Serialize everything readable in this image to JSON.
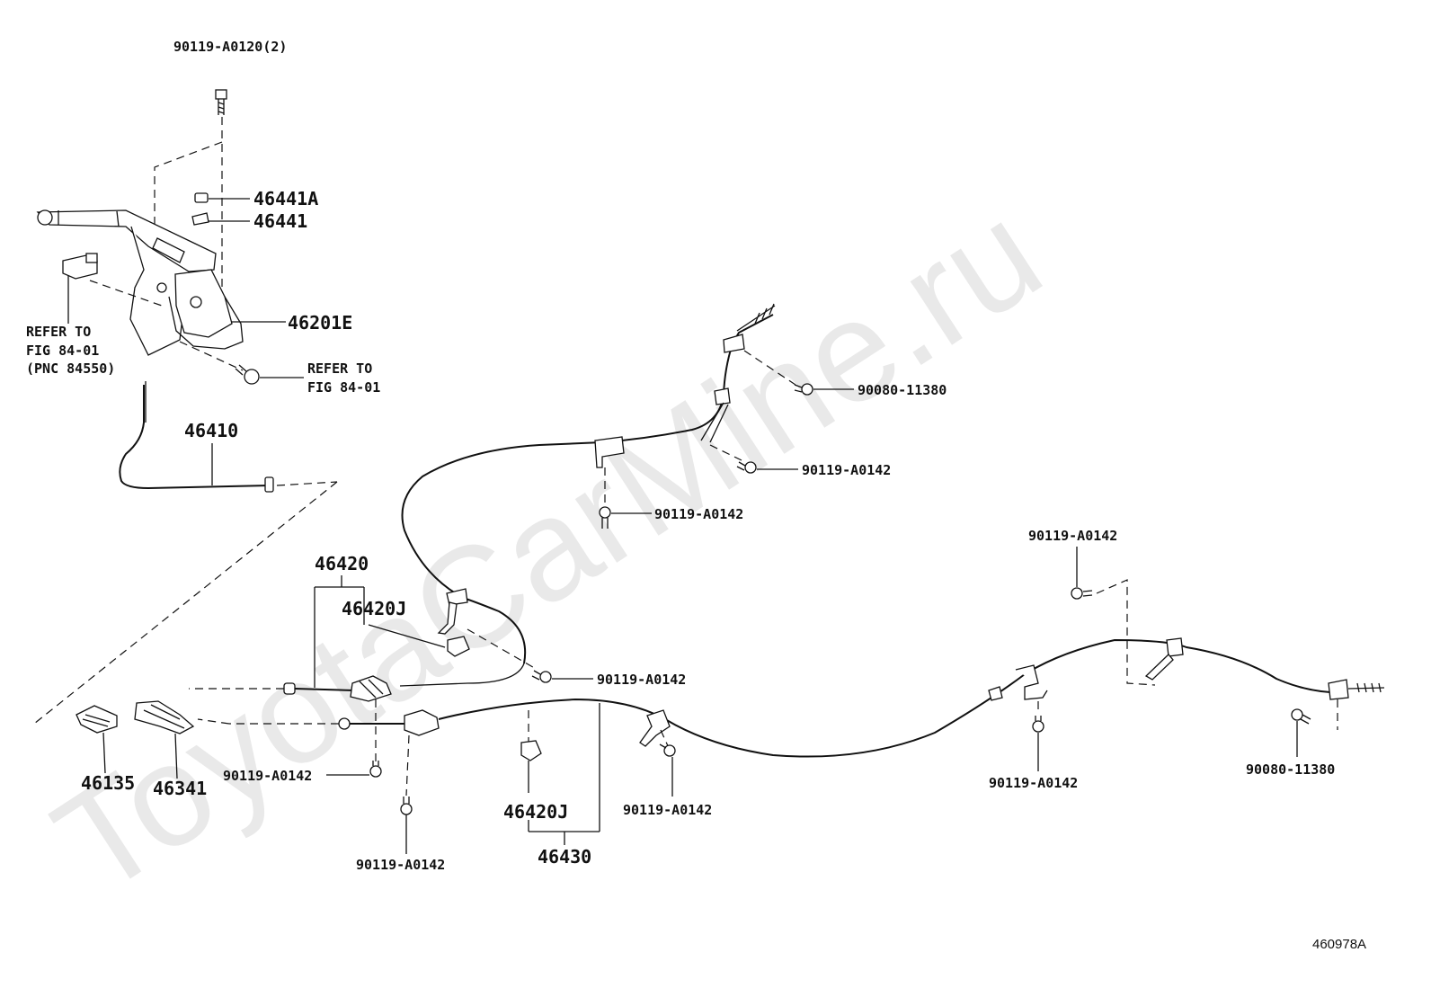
{
  "watermark": "ToyotaCarMine.ru",
  "diagram_id": "460978A",
  "labels": {
    "bolt_top": "90119-A0120(2)",
    "clip_a": "46441A",
    "clip": "46441",
    "lever": "46201E",
    "refer1_line1": "REFER TO",
    "refer1_line2": "FIG 84-01",
    "refer1_line3": "(PNC 84550)",
    "refer2_line1": "REFER TO",
    "refer2_line2": "FIG 84-01",
    "front_cable": "46410",
    "upper_bolt_right": "90080-11380",
    "upper_bolt_mid": "90119-A0142",
    "upper_bolt_low": "90119-A0142",
    "cable_left_assy": "46420",
    "cable_left_clamp": "46420J",
    "bolt_center": "90119-A0142",
    "bolt_right_top": "90119-A0142",
    "equalizer_clip": "46135",
    "equalizer": "46341",
    "bolt_left_1": "90119-A0142",
    "bolt_left_2": "90119-A0142",
    "cable_right_clamp": "46420J",
    "cable_right_assy": "46430",
    "bolt_right_mid": "90119-A0142",
    "bolt_right_lower": "90119-A0142",
    "bolt_far_right": "90080-11380"
  }
}
